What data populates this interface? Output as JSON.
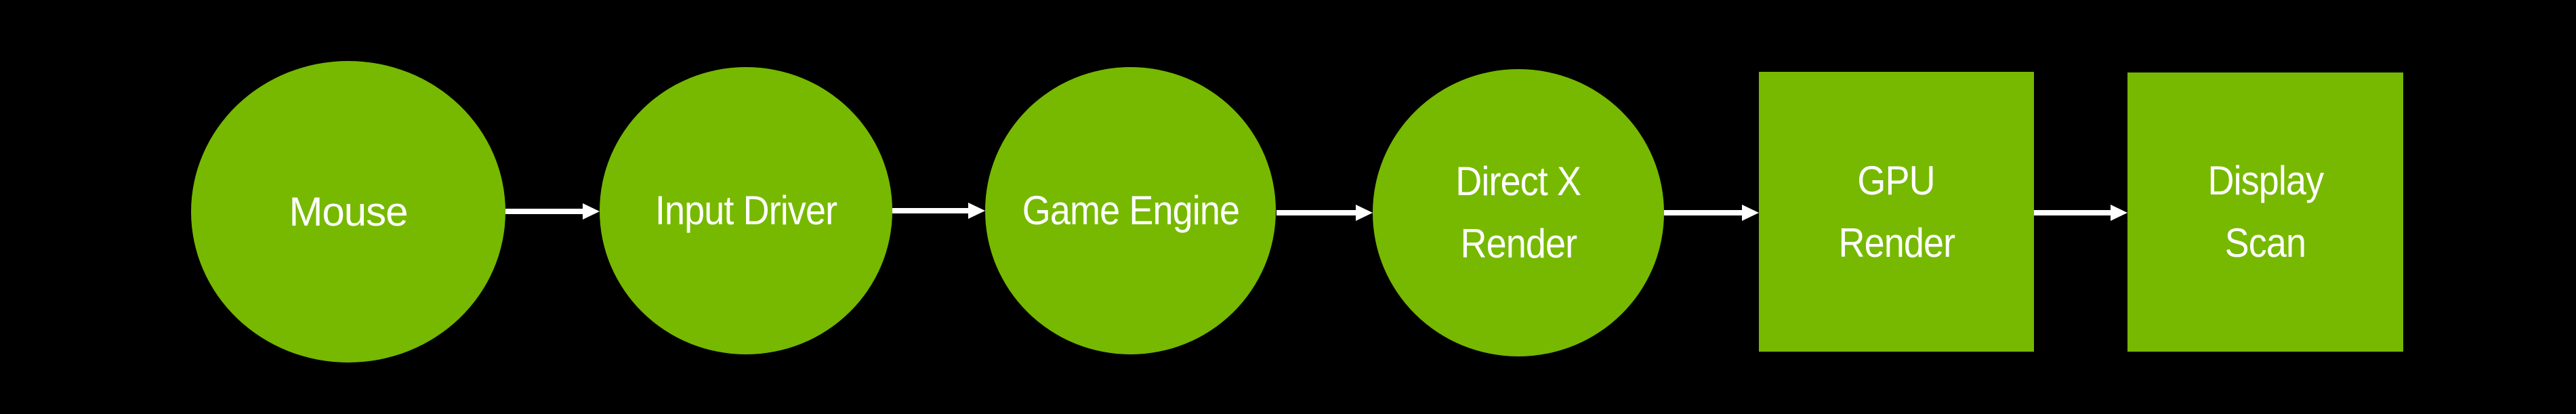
{
  "diagram": {
    "type": "flowchart",
    "direction": "left-to-right",
    "background_color": "#000000",
    "node_color": "#76B900",
    "text_color": "#FFFFFF",
    "arrow_color": "#FFFFFF",
    "nodes": [
      {
        "id": "mouse",
        "shape": "ellipse",
        "lines": [
          "Mouse"
        ]
      },
      {
        "id": "input",
        "shape": "ellipse",
        "lines": [
          "Input Driver"
        ]
      },
      {
        "id": "game",
        "shape": "ellipse",
        "lines": [
          "Game Engine"
        ]
      },
      {
        "id": "dx",
        "shape": "ellipse",
        "lines": [
          "Direct X",
          "Render"
        ]
      },
      {
        "id": "gpu",
        "shape": "rectangle",
        "lines": [
          "GPU",
          "Render"
        ]
      },
      {
        "id": "display",
        "shape": "rectangle",
        "lines": [
          "Display",
          "Scan"
        ]
      }
    ],
    "edges": [
      {
        "from": "mouse",
        "to": "input"
      },
      {
        "from": "input",
        "to": "game"
      },
      {
        "from": "game",
        "to": "dx"
      },
      {
        "from": "dx",
        "to": "gpu"
      },
      {
        "from": "gpu",
        "to": "display"
      }
    ]
  }
}
